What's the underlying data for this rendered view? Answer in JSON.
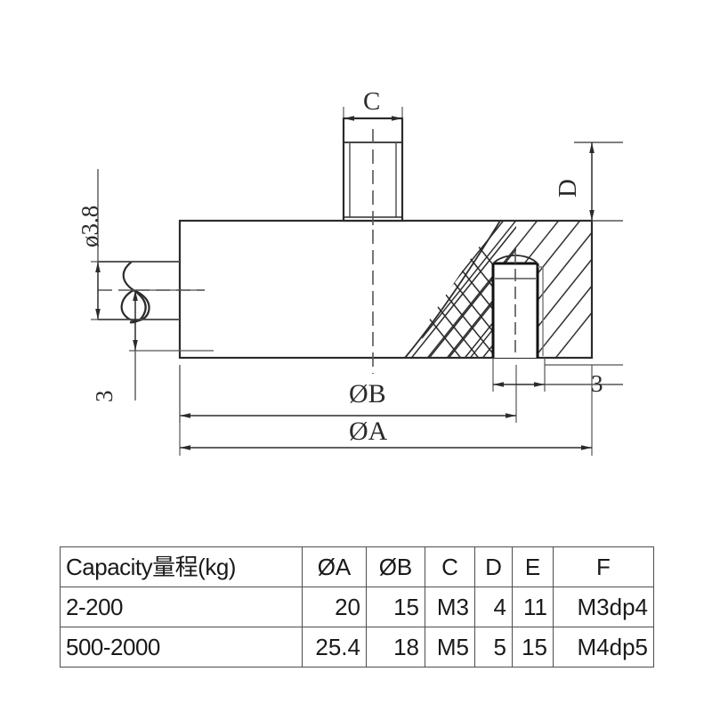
{
  "drawing": {
    "title_absent": true,
    "dimension_labels": {
      "cable_diameter": "ø3.8",
      "cable_offset_left": "3",
      "boss_width": "C",
      "boss_height": "D",
      "body_diameter_inner": "ØB",
      "body_diameter_outer": "ØA",
      "hole_offset_right": "3"
    }
  },
  "spec_table": {
    "headers": [
      "Capacity量程(kg)",
      "ØA",
      "ØB",
      "C",
      "D",
      "E",
      "F"
    ],
    "rows": [
      [
        "2-200",
        "20",
        "15",
        "M3",
        "4",
        "11",
        "M3dp4"
      ],
      [
        "500-2000",
        "25.4",
        "18",
        "M5",
        "5",
        "15",
        "M4dp5"
      ]
    ]
  },
  "colors": {
    "line": "#2b2b2b",
    "thin_line": "#555555",
    "table_border": "#4d4d4d",
    "background": "#ffffff"
  }
}
